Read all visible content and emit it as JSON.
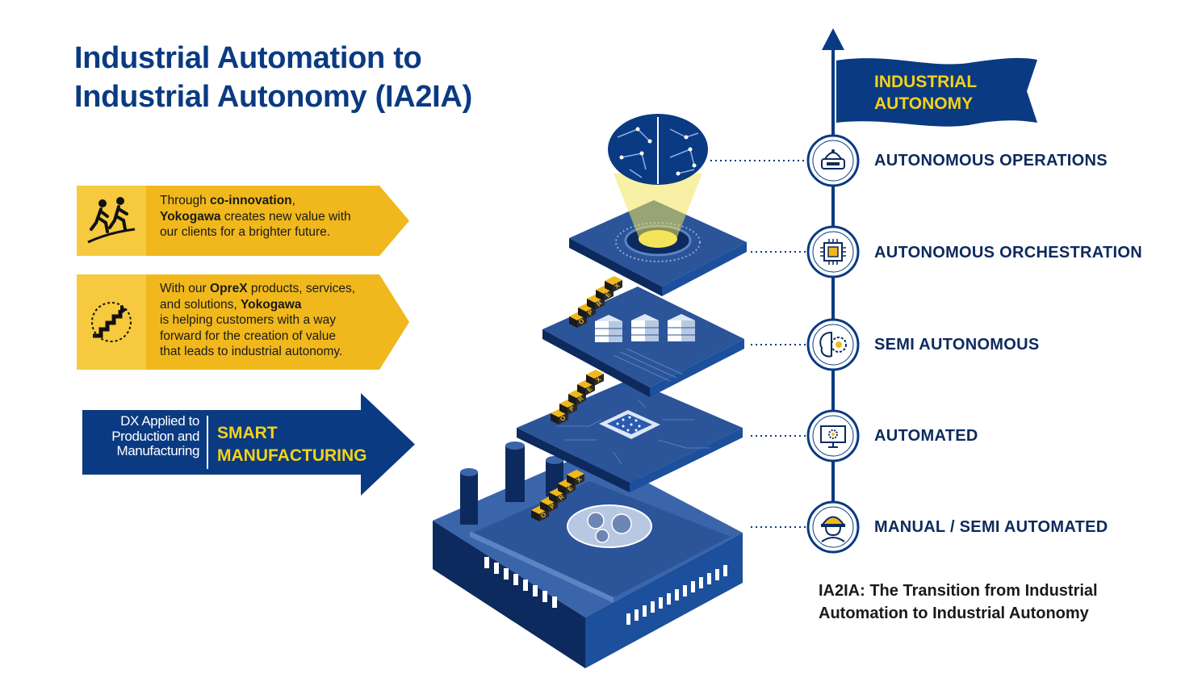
{
  "title": {
    "line1": "Industrial Automation to",
    "line2": "Industrial Autonomy (IA2IA)"
  },
  "cards": [
    {
      "icon": "people-climbing-icon",
      "parts": [
        {
          "text": "Through ",
          "bold": false
        },
        {
          "text": "co-innovation",
          "bold": true
        },
        {
          "text": ",",
          "bold": false
        },
        {
          "br": true
        },
        {
          "text": "Yokogawa",
          "bold": true
        },
        {
          "text": " creates new value with",
          "bold": false
        },
        {
          "br": true
        },
        {
          "text": "our clients for a brighter future.",
          "bold": false
        }
      ]
    },
    {
      "icon": "staircase-icon",
      "parts": [
        {
          "text": "With our ",
          "bold": false
        },
        {
          "text": "OpreX",
          "bold": true
        },
        {
          "text": " products, services,",
          "bold": false
        },
        {
          "br": true
        },
        {
          "text": "and solutions, ",
          "bold": false
        },
        {
          "text": "Yokogawa",
          "bold": true
        },
        {
          "br": true
        },
        {
          "text": "is helping customers with a way",
          "bold": false
        },
        {
          "br": true
        },
        {
          "text": "forward for the creation of value",
          "bold": false
        },
        {
          "br": true
        },
        {
          "text": "that leads to industrial autonomy.",
          "bold": false
        }
      ]
    }
  ],
  "dx": {
    "left_line1": "DX Applied to",
    "left_line2": "Production and",
    "left_line3": "Manufacturing",
    "right_line1": "SMART",
    "right_line2": "MANUFACTURING"
  },
  "flag": {
    "line1": "INDUSTRIAL",
    "line2": "AUTONOMY"
  },
  "stages": [
    {
      "label": "AUTONOMOUS  OPERATIONS",
      "icon": "robot-icon"
    },
    {
      "label": "AUTONOMOUS  ORCHESTRATION",
      "icon": "cpu-chip-icon"
    },
    {
      "label": "SEMI AUTONOMOUS",
      "icon": "brain-gear-icon"
    },
    {
      "label": "AUTOMATED",
      "icon": "monitor-gear-icon"
    },
    {
      "label": "MANUAL  / SEMI AUTOMATED",
      "icon": "worker-helmet-icon"
    }
  ],
  "oprex_letters": [
    "O",
    "P",
    "R",
    "E",
    "X"
  ],
  "caption": {
    "line1": "IA2IA:  The Transition from Industrial",
    "line2": "Automation to Industrial  Autonomy"
  },
  "colors": {
    "navy": "#0a3a82",
    "blue": "#1c4f9c",
    "dark_navy": "#0d2a5e",
    "yellow": "#f0b81c",
    "flag_text": "#f3d21a",
    "platform": "#2b5499"
  }
}
